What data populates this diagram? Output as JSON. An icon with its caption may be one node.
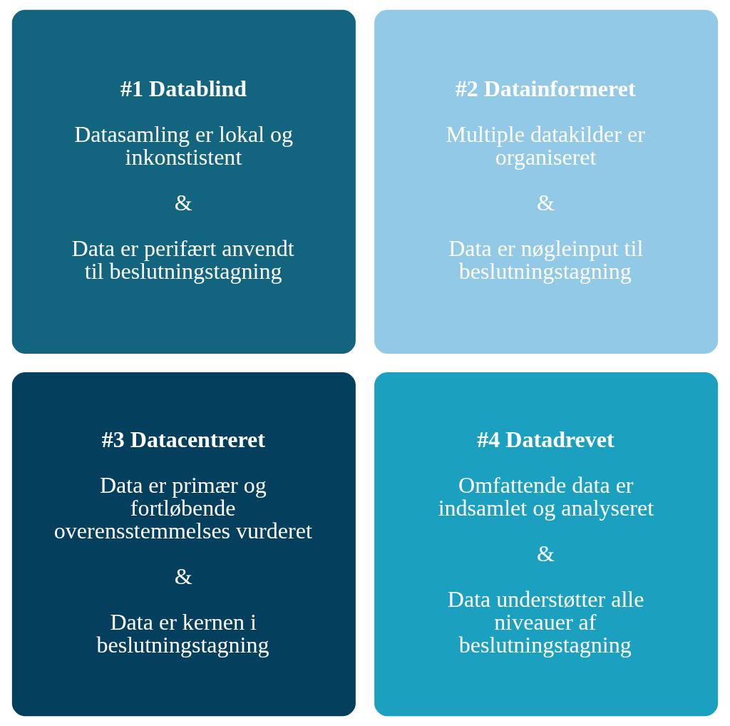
{
  "diagram": {
    "nodes": [
      {
        "text": [
          "#1 Datablind",
          "Datasamling er lokal og inkonstistent",
          "&",
          "Data er perifært anvendt til beslutningstagning"
        ]
      },
      {
        "text": [
          "#2 Datainformeret",
          "Multiple datakilder er organiseret",
          "&",
          "Data er nøgleinput til beslutningstagning"
        ]
      },
      {
        "text": [
          "#3 Datacentreret",
          "Data er primær og fortløbende overensstemmelses vurderet",
          "&",
          "Data er kernen i beslutningstagning"
        ]
      },
      {
        "text": [
          "#4 Datadrevet",
          "Omfattende data er indsamlet og analyseret",
          "&",
          "Data understøtter alle niveauer af beslutningstagning"
        ]
      }
    ]
  }
}
